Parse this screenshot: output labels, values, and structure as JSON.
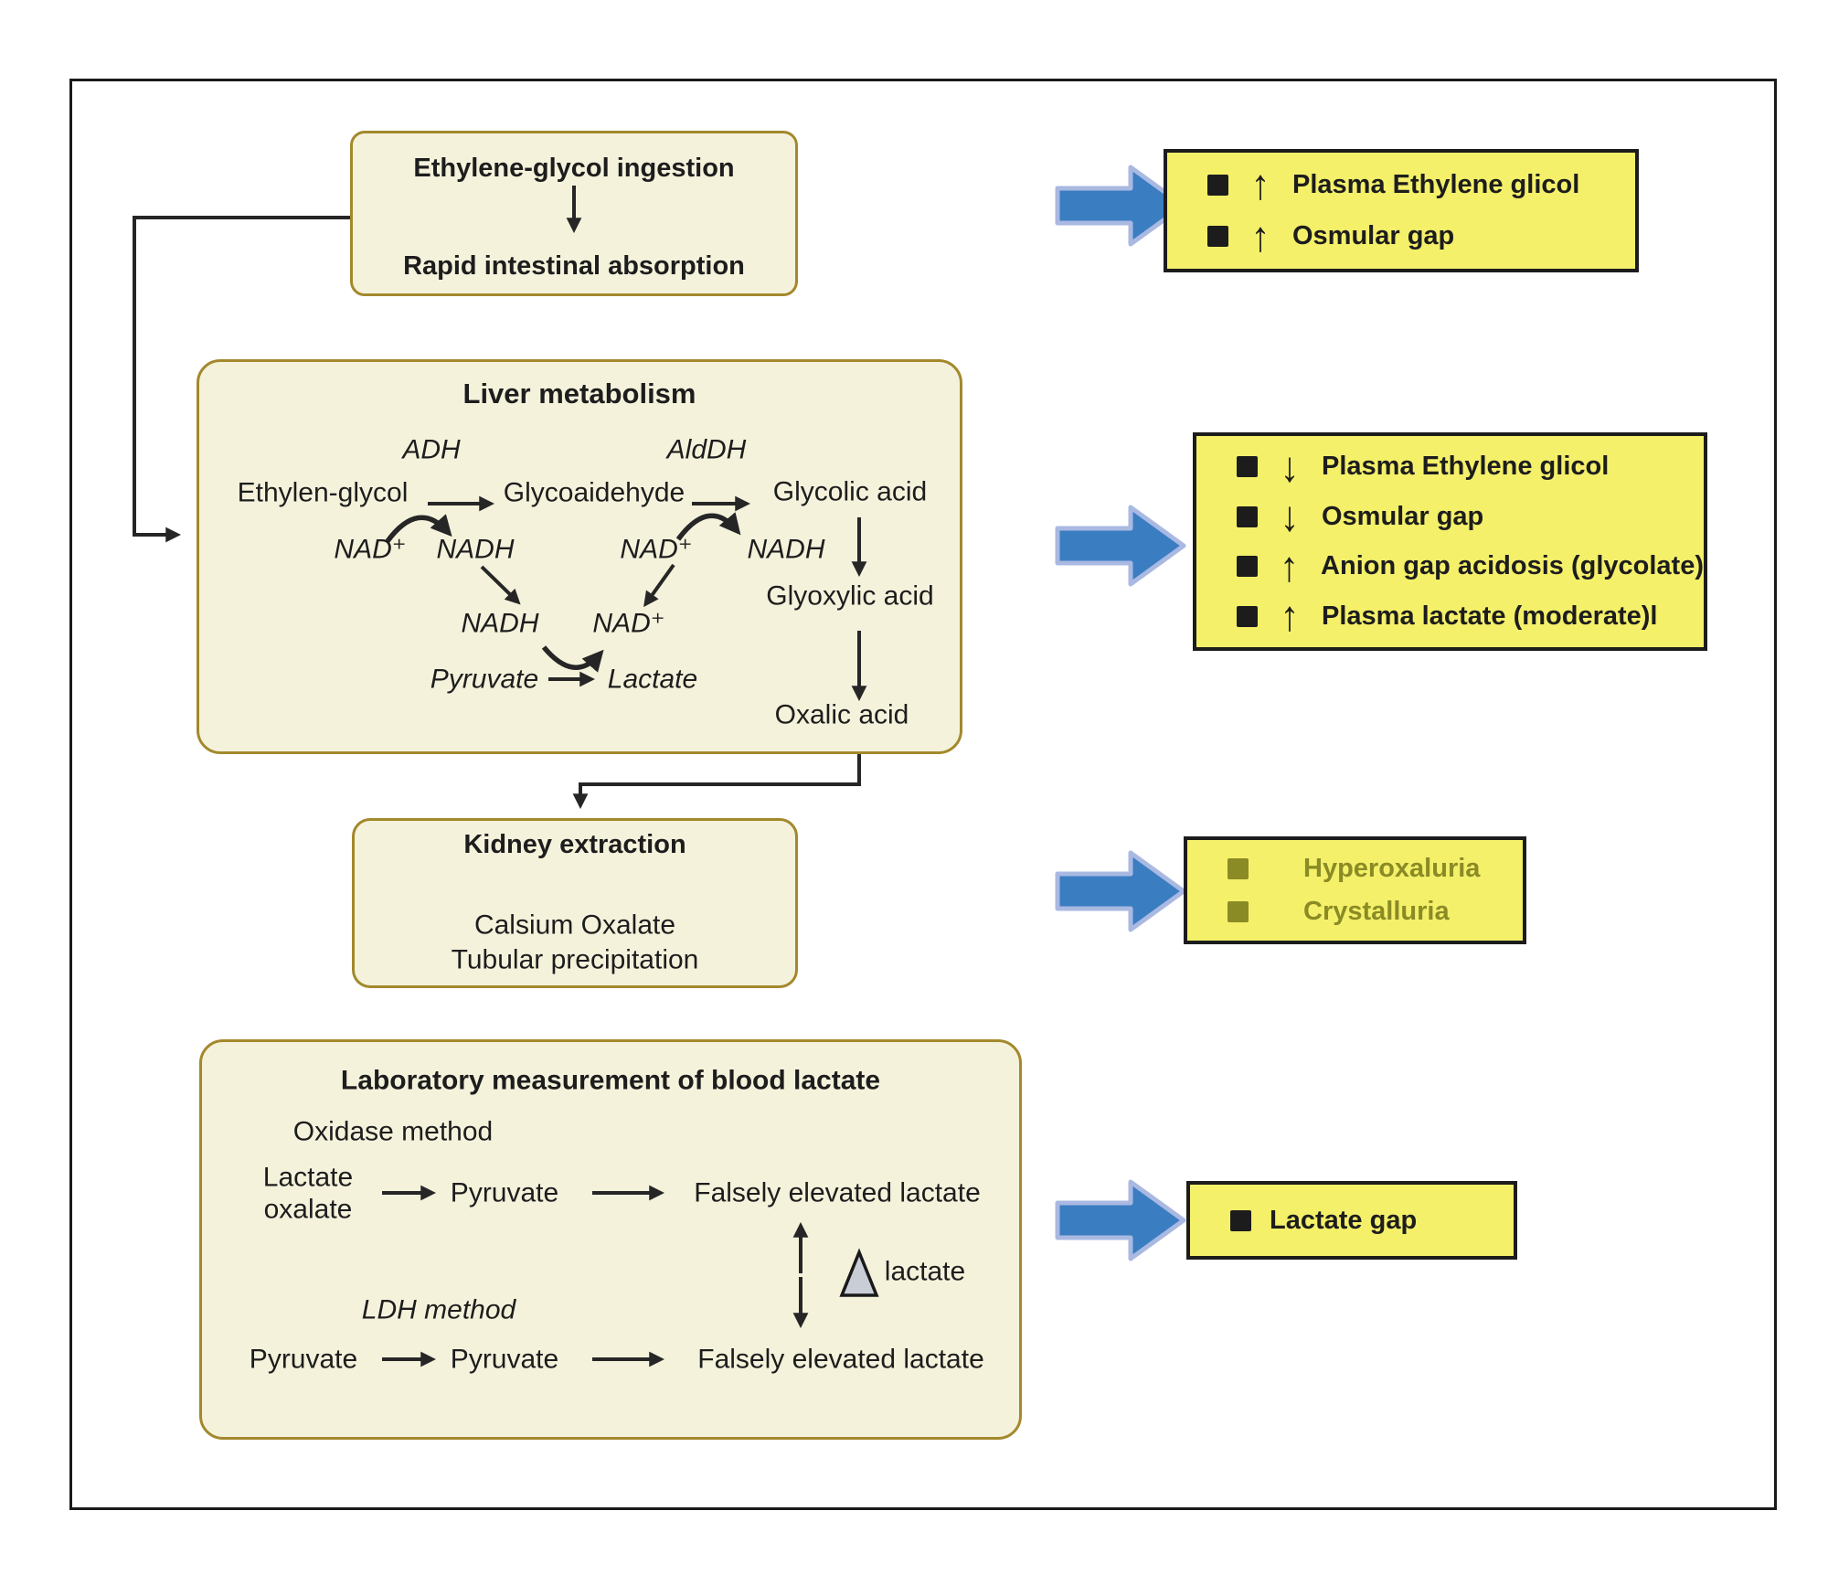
{
  "colors": {
    "cream_fill": "#f5f2dc",
    "cream_border": "#a3892c",
    "yellow_fill": "#f4f06a",
    "yellow_border": "#1c1c1c",
    "blue_arrow_fill": "#3b7dc1",
    "blue_arrow_stroke": "#a9b9e2",
    "olive_text": "#8a8b25",
    "line_color": "#262626"
  },
  "ingestion": {
    "title": "Ethylene-glycol ingestion",
    "subtitle": "Rapid intestinal absorption"
  },
  "liver": {
    "title": "Liver metabolism",
    "enzyme_adh": "ADH",
    "enzyme_alddh": "AldDH",
    "ethylene_glycol": "Ethylen-glycol",
    "glycoaldehyde": "Glycoaidehyde",
    "glycolic_acid": "Glycolic acid",
    "nad_1": "NAD⁺",
    "nadh_1": "NADH",
    "nad_2": "NAD⁺",
    "nadh_2": "NADH",
    "nadh_3": "NADH",
    "nad_3": "NAD⁺",
    "pyruvate": "Pyruvate",
    "lactate": "Lactate",
    "glyoxylic_acid": "Glyoxylic acid",
    "oxalic_acid": "Oxalic acid"
  },
  "kidney": {
    "title": "Kidney extraction",
    "line1": "Calsium Oxalate",
    "line2": "Tubular precipitation"
  },
  "lab": {
    "title": "Laboratory measurement of blood lactate",
    "oxidase_label": "Oxidase method",
    "lactate_oxalate_line1": "Lactate",
    "lactate_oxalate_line2": "oxalate",
    "pyruvate1": "Pyruvate",
    "falsely1": "Falsely elevated lactate",
    "delta_lactate": "lactate",
    "ldh_label": "LDH method",
    "pyruvate2a": "Pyruvate",
    "pyruvate2b": "Pyruvate",
    "falsely2": "Falsely elevated lactate"
  },
  "findings": {
    "box1": {
      "items": [
        {
          "arrow": "↑",
          "label": "Plasma Ethylene glicol"
        },
        {
          "arrow": "↑",
          "label": "Osmular gap"
        }
      ]
    },
    "box2": {
      "items": [
        {
          "arrow": "↓",
          "label": "Plasma Ethylene glicol"
        },
        {
          "arrow": "↓",
          "label": "Osmular gap"
        },
        {
          "arrow": "↑",
          "label": "Anion gap acidosis (glycolate)"
        },
        {
          "arrow": "↑",
          "label": "Plasma lactate (moderate)l"
        }
      ]
    },
    "box3": {
      "items": [
        {
          "label": "Hyperoxaluria"
        },
        {
          "label": "Crystalluria"
        }
      ]
    },
    "box4": {
      "items": [
        {
          "label": "Lactate gap"
        }
      ]
    }
  }
}
